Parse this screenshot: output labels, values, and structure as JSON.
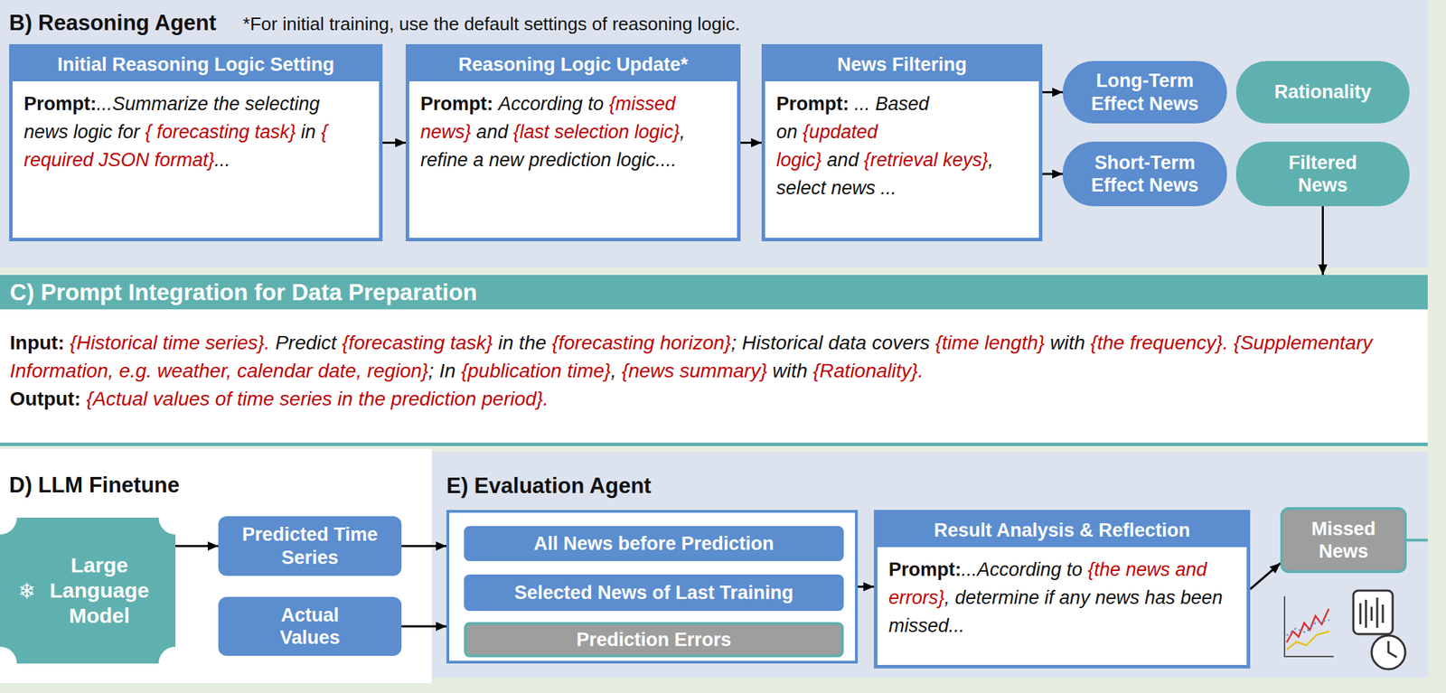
{
  "diagram": {
    "nodes": [
      {
        "text": [
          "B) Reasoning Agent",
          "*For initial training, use the default settings of reasoning logic."
        ]
      },
      {
        "text": [
          "Initial Reasoning Logic Setting",
          "Prompt:",
          "...Summarize the selecting news logic for",
          "{ forecasting task}",
          "in",
          "{ required JSON format}",
          "..."
        ],
        "in": 0
      },
      {
        "text": [
          "Reasoning Logic Update*",
          "Prompt:",
          "According to",
          "{missed news}",
          "and",
          "{last selection logic}",
          ", refine a new prediction logic...."
        ],
        "in": 0
      },
      {
        "text": [
          "News Filtering",
          "Prompt:",
          "... Based on",
          "{updated logic}",
          "and",
          "{retrieval keys}",
          ", select news ..."
        ],
        "in": 0
      },
      {
        "text": [
          "Long-Term Effect News"
        ],
        "in": 0
      },
      {
        "text": [
          "Rationality"
        ],
        "in": 0
      },
      {
        "text": [
          "Short-Term Effect News"
        ],
        "in": 0
      },
      {
        "text": [
          "Filtered News"
        ],
        "in": 0
      },
      {
        "text": [
          "C) Prompt Integration for Data Preparation",
          "Input:",
          "{Historical time series}.",
          "Predict",
          "{forecasting task}",
          "in the",
          "{forecasting horizon}",
          "; Historical data covers",
          "{time length}",
          "with",
          "{the frequency}.",
          "{Supplementary Information, e.g. weather, calendar date, region}",
          "; In",
          "{publication time}",
          ",",
          "{news summary}",
          "with",
          "{Rationality}.",
          "Output:",
          "{Actual values of time series in the prediction period}."
        ]
      },
      {
        "text": [
          "❄",
          "Large Language Model"
        ]
      },
      {
        "text": [
          "Predicted Time Series"
        ]
      },
      {
        "text": [
          "Actual Values"
        ]
      },
      {
        "text": [
          "E) Evaluation Agent"
        ]
      },
      {
        "text": [],
        "in": 12
      },
      {
        "text": [
          "All News before Prediction"
        ],
        "in": 13
      },
      {
        "text": [
          "Selected News of Last Training"
        ],
        "in": 13
      },
      {
        "text": [
          "Prediction Errors"
        ],
        "in": 13
      },
      {
        "text": [
          "Result Analysis & Reflection",
          "Prompt:",
          "...According to",
          "{the news and errors}",
          ", determine if any news has been missed..."
        ],
        "in": 12
      },
      {
        "text": [
          "Missed News"
        ],
        "in": 12
      }
    ],
    "edges": [
      {
        "from": 1,
        "to": 2,
        "arrow": "to"
      },
      {
        "from": 2,
        "to": 3,
        "arrow": "to"
      },
      {
        "from": 3,
        "to": 4,
        "arrow": "to"
      },
      {
        "from": 3,
        "to": 6,
        "arrow": "to"
      },
      {
        "from": 7,
        "to": 8,
        "arrow": "to"
      },
      {
        "from": 9,
        "to": 10,
        "arrow": "to"
      },
      {
        "from": 10,
        "to": 13,
        "arrow": "to"
      },
      {
        "from": 11,
        "to": 13,
        "arrow": "to"
      },
      {
        "from": 13,
        "to": 17,
        "arrow": "to"
      },
      {
        "from": 17,
        "to": 18,
        "arrow": "to"
      }
    ],
    "labels": [
      "D) LLM Finetune"
    ]
  }
}
